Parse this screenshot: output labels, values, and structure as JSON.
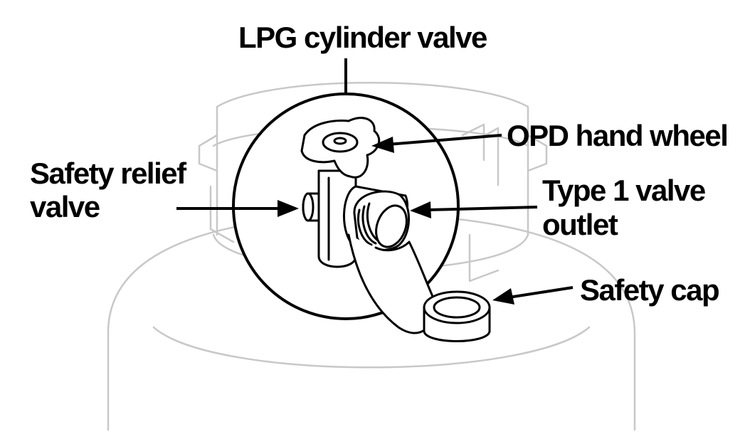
{
  "labels": {
    "lpg_cylinder_valve": "LPG cylinder valve",
    "opd_hand_wheel": "OPD hand wheel",
    "safety_relief_valve_line1": "Safety relief",
    "safety_relief_valve_line2": "valve",
    "type1_outlet_line1": "Type 1 valve",
    "type1_outlet_line2": "outlet",
    "safety_cap": "Safety cap"
  },
  "colors": {
    "ink": "#000000",
    "ghost_outline": "#c8c8c8",
    "background": "#ffffff"
  }
}
